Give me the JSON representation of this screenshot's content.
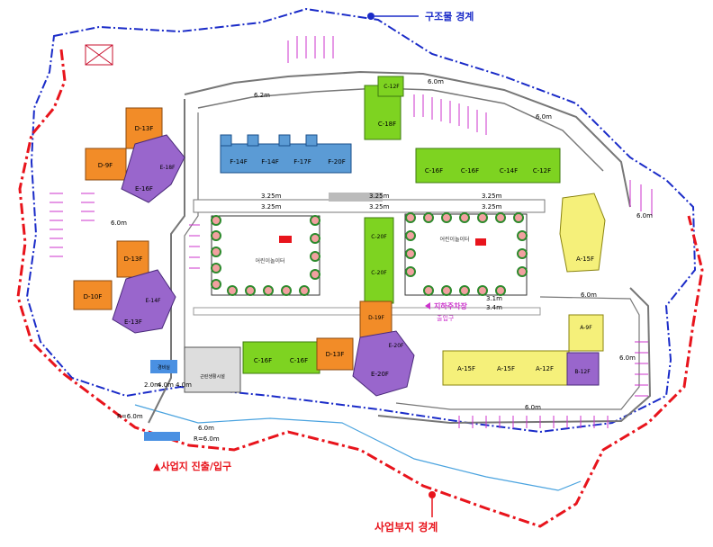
{
  "legend": {
    "structure_boundary": "구조물 경계",
    "site_boundary": "사업부지 경계",
    "site_entry": "▲사업지 진출/입구"
  },
  "colors": {
    "blue_building": "#5b9bd5",
    "green_building": "#7ed321",
    "orange_building": "#f28c28",
    "purple_building": "#9966cc",
    "yellow_building": "#f5f07a",
    "site_boundary": "#e8141c",
    "structure_boundary": "#1a2bc8",
    "parking": "#cc33cc"
  },
  "buildings": [
    {
      "id": "f14a",
      "label": "F-14F",
      "color": "blue"
    },
    {
      "id": "f14b",
      "label": "F-14F",
      "color": "blue"
    },
    {
      "id": "f17",
      "label": "F-17F",
      "color": "blue"
    },
    {
      "id": "f20",
      "label": "F-20F",
      "color": "blue"
    },
    {
      "id": "c18",
      "label": "C-18F",
      "color": "green"
    },
    {
      "id": "c12top",
      "label": "C-12F",
      "color": "green"
    },
    {
      "id": "c16a",
      "label": "C-16F",
      "color": "green"
    },
    {
      "id": "c16b",
      "label": "C-16F",
      "color": "green"
    },
    {
      "id": "c14",
      "label": "C-14F",
      "color": "green"
    },
    {
      "id": "c12",
      "label": "C-12F",
      "color": "green"
    },
    {
      "id": "c20",
      "label": "C-20F",
      "color": "green"
    },
    {
      "id": "c20b",
      "label": "C-20F",
      "color": "green"
    },
    {
      "id": "c16c",
      "label": "C-16F",
      "color": "green"
    },
    {
      "id": "c16d",
      "label": "C-16F",
      "color": "green"
    },
    {
      "id": "d13a",
      "label": "D-13F",
      "color": "orange"
    },
    {
      "id": "d9",
      "label": "D-9F",
      "color": "orange"
    },
    {
      "id": "d13b",
      "label": "D-13F",
      "color": "orange"
    },
    {
      "id": "d10",
      "label": "D-10F",
      "color": "orange"
    },
    {
      "id": "d19",
      "label": "D-19F",
      "color": "orange"
    },
    {
      "id": "d13c",
      "label": "D-13F",
      "color": "orange"
    },
    {
      "id": "e18",
      "label": "E-18F",
      "color": "purple"
    },
    {
      "id": "e16",
      "label": "E-16F",
      "color": "purple"
    },
    {
      "id": "e14",
      "label": "E-14F",
      "color": "purple"
    },
    {
      "id": "e13",
      "label": "E-13F",
      "color": "purple"
    },
    {
      "id": "e20a",
      "label": "E-20F",
      "color": "purple"
    },
    {
      "id": "e20b",
      "label": "E-20F",
      "color": "purple"
    },
    {
      "id": "b12",
      "label": "B-12F",
      "color": "purple"
    },
    {
      "id": "a15a",
      "label": "A-15F",
      "color": "yellow"
    },
    {
      "id": "a15b",
      "label": "A-15F",
      "color": "yellow"
    },
    {
      "id": "a12",
      "label": "A-12F",
      "color": "yellow"
    },
    {
      "id": "a9",
      "label": "A-9F",
      "color": "yellow"
    },
    {
      "id": "a15c",
      "label": "A-15F",
      "color": "yellow"
    }
  ],
  "road_widths": {
    "top_left": "6.2m",
    "top_right": "6.0m",
    "upper_right": "6.0m",
    "right_side": "6.0m",
    "left_mid": "6.0m",
    "east_mid": "6.0m",
    "bottom_east": "6.0m",
    "east_vertical": "6.0m",
    "south": "6.0m",
    "inner_left_a": "3.25m",
    "inner_left_b": "3.25m",
    "inner_mid_a": "3.25m",
    "inner_mid_b": "3.25m",
    "inner_right_a": "3.25m",
    "inner_right_b": "3.25m",
    "small_a": "3.1m",
    "small_b": "3.4m",
    "curve_left": "R=6.0m",
    "curve_right": "R=6.0m",
    "entrance_a": "4.0m",
    "entrance_b": "4.0m",
    "entrance_c": "2.0m"
  },
  "labels": {
    "playground_left": "어린이놀이터",
    "playground_right": "어린이놀이터",
    "underground_parking": "지하주차장",
    "entrance": "출입구",
    "guardhouse": "경비실",
    "facility": "근린생활시설"
  }
}
